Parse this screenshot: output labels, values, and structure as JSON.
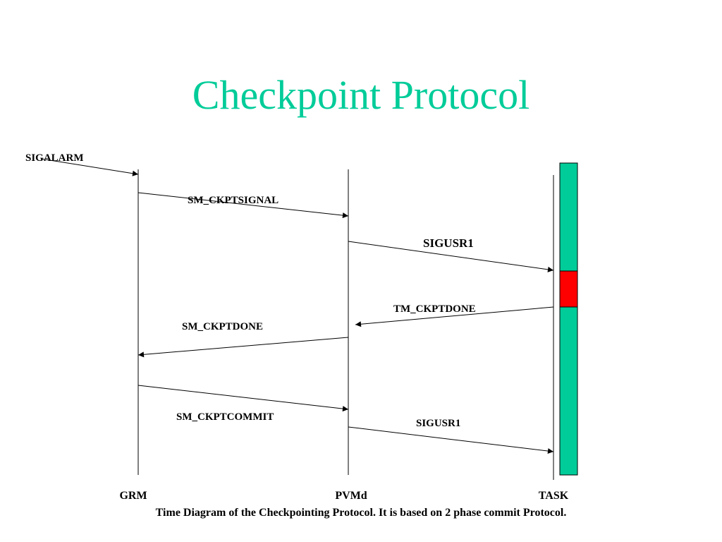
{
  "title": "Checkpoint Protocol",
  "caption": "Time Diagram of the Checkpointing Protocol. It is based on 2 phase commit Protocol.",
  "participants": {
    "grm": "GRM",
    "pvmd": "PVMd",
    "task": "TASK"
  },
  "messages": {
    "sigalarm": "SIGALARM",
    "sm_ckptsignal": "SM_CKPTSIGNAL",
    "sigusr1_first": "SIGUSR1",
    "tm_ckptdone": "TM_CKPTDONE",
    "sm_ckptdone": "SM_CKPTDONE",
    "sm_ckptcommit": "SM_CKPTCOMMIT",
    "sigusr1_second": "SIGUSR1"
  },
  "colors": {
    "title": "#00cc99",
    "task_bar": "#00cc99",
    "checkpoint_segment": "#ff0000"
  }
}
